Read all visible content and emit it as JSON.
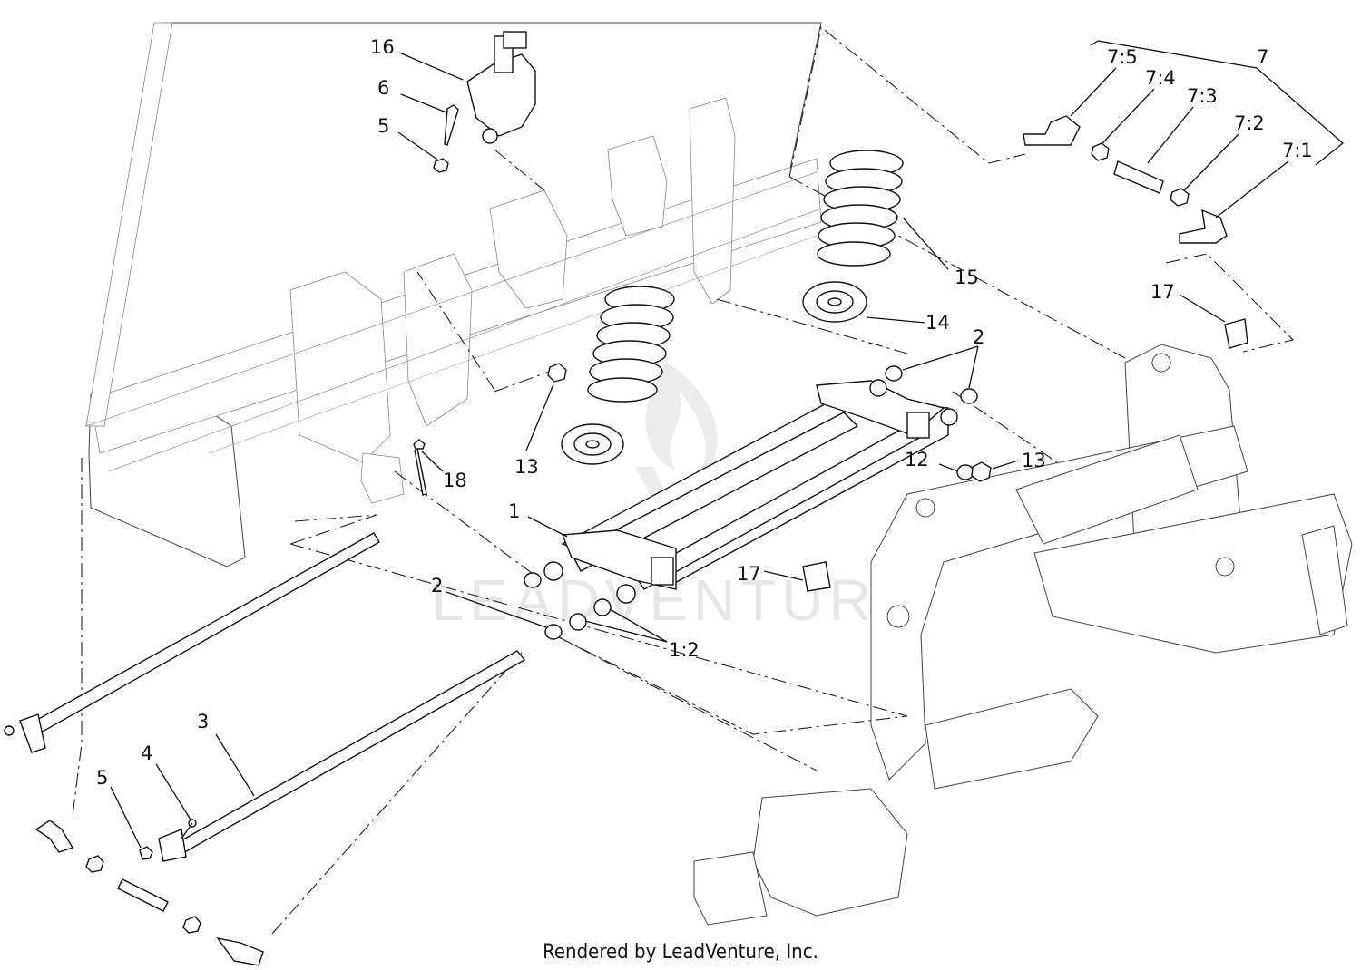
{
  "diagram": {
    "callouts": [
      {
        "id": "c16",
        "text": "16"
      },
      {
        "id": "c6",
        "text": "6"
      },
      {
        "id": "c5a",
        "text": "5"
      },
      {
        "id": "c7",
        "text": "7"
      },
      {
        "id": "c75",
        "text": "7:5"
      },
      {
        "id": "c74",
        "text": "7:4"
      },
      {
        "id": "c73",
        "text": "7:3"
      },
      {
        "id": "c72",
        "text": "7:2"
      },
      {
        "id": "c71",
        "text": "7:1"
      },
      {
        "id": "c15",
        "text": "15"
      },
      {
        "id": "c14",
        "text": "14"
      },
      {
        "id": "c17a",
        "text": "17"
      },
      {
        "id": "c2a",
        "text": "2"
      },
      {
        "id": "c13a",
        "text": "13"
      },
      {
        "id": "c12",
        "text": "12"
      },
      {
        "id": "c13b",
        "text": "13"
      },
      {
        "id": "c18",
        "text": "18"
      },
      {
        "id": "c1",
        "text": "1"
      },
      {
        "id": "c17b",
        "text": "17"
      },
      {
        "id": "c2b",
        "text": "2"
      },
      {
        "id": "c12b",
        "text": "1:2"
      },
      {
        "id": "c3",
        "text": "3"
      },
      {
        "id": "c4",
        "text": "4"
      },
      {
        "id": "c5b",
        "text": "5"
      }
    ],
    "watermark": "LEADVENTURE",
    "footer": "Rendered by LeadVenture, Inc."
  }
}
